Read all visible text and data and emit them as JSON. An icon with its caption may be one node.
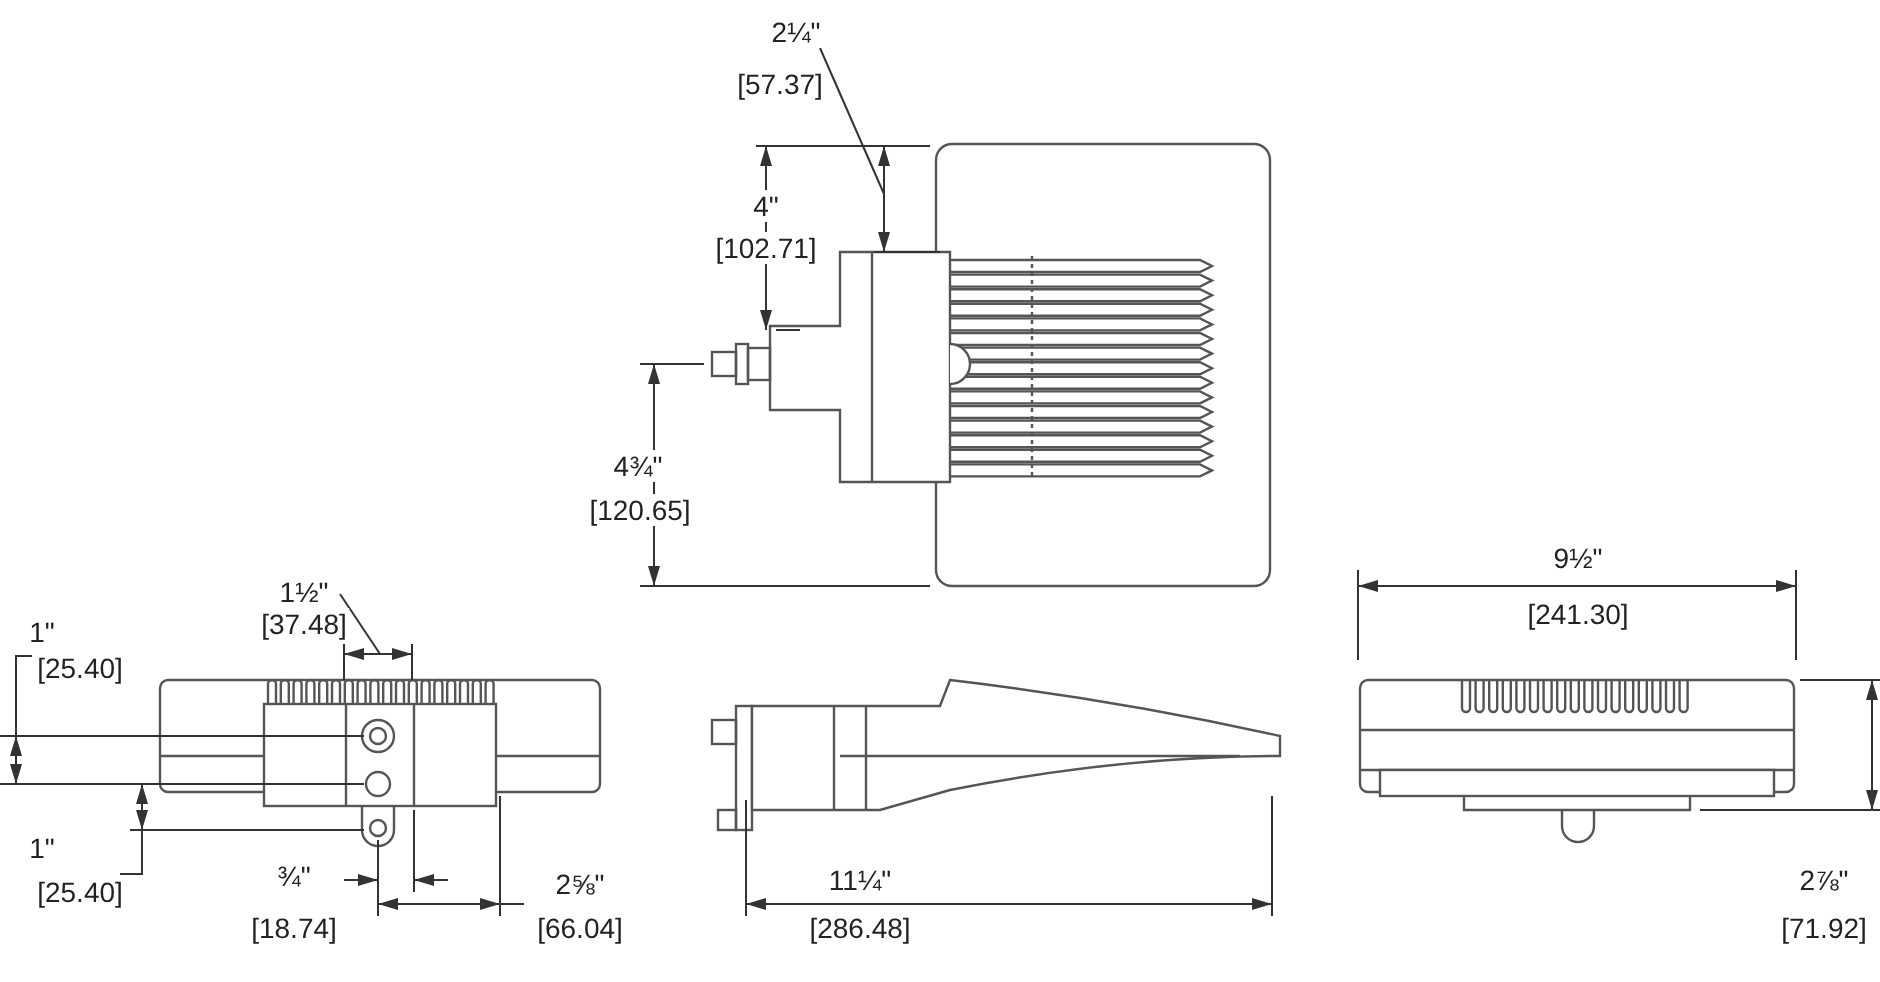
{
  "diagram": {
    "labels": [
      "2¼\"",
      "[57.37]",
      "4\"",
      "[102.71]",
      "4¾\"",
      "[120.65]",
      "1½\"",
      "[37.48]",
      "9½\"",
      "[241.30]",
      "1\"",
      "[25.40]",
      "1\"",
      "[25.40]",
      "¾\"",
      "[18.74]",
      "2⅝\"",
      "[66.04]",
      "11¼\"",
      "[286.48]",
      "2⅞\"",
      "[71.92]"
    ]
  }
}
